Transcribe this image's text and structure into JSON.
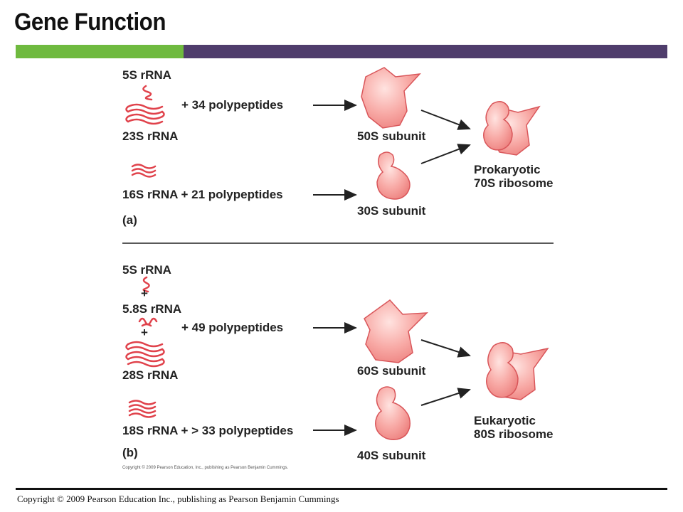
{
  "slide": {
    "title": "Gene Function",
    "footer": "Copyright © 2009 Pearson Education Inc., publishing as Pearson Benjamin Cummings",
    "accent_green": "#6fba3f",
    "accent_purple": "#4f3d6c"
  },
  "panel_a": {
    "label": "(a)",
    "rna_5s": "5S rRNA",
    "rna_23s": "23S rRNA",
    "proteins_large": "+ 34 polypeptides",
    "rna_16s_proteins": "16S rRNA + 21 polypeptides",
    "large_subunit": "50S subunit",
    "small_subunit": "30S subunit",
    "ribosome_line1": "Prokaryotic",
    "ribosome_line2": "70S ribosome"
  },
  "panel_b": {
    "label": "(b)",
    "rna_5s": "5S rRNA",
    "plus1": "+",
    "rna_58s": "5.8S rRNA",
    "plus2": "+",
    "rna_28s": "28S rRNA",
    "proteins_large": "+ 49 polypeptides",
    "rna_18s_proteins": "18S rRNA + > 33 polypeptides",
    "large_subunit": "60S subunit",
    "small_subunit": "40S subunit",
    "ribosome_line1": "Eukaryotic",
    "ribosome_line2": "80S ribosome"
  },
  "figure_copyright": "Copyright © 2009 Pearson Education, Inc., publishing as Pearson Benjamin Cummings.",
  "colors": {
    "rna": "#e0424b",
    "subunit_fill": "#f7a6a3",
    "subunit_stroke": "#d9565a",
    "arrow": "#222222"
  }
}
